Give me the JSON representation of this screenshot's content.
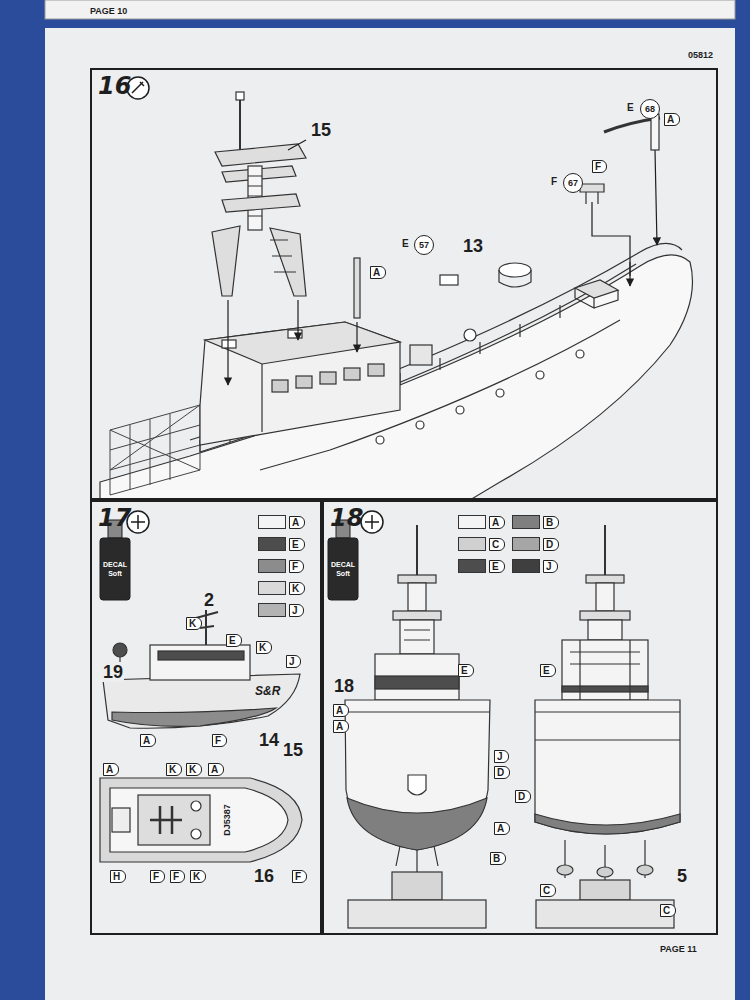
{
  "diagram": {
    "nodes": [
      {
        "text": [
          "16"
        ]
      },
      {
        "text": [
          "17"
        ]
      },
      {
        "text": [
          "18"
        ]
      }
    ],
    "labels": [
      "PAGE 10",
      "05812",
      "15",
      "E",
      "68",
      "A",
      "F",
      "F",
      "67",
      "E",
      "57",
      "A",
      "13",
      "DECAL Soft",
      "K",
      "2",
      "E",
      "K",
      "J",
      "19",
      "S&R",
      "14",
      "15",
      "A",
      "F",
      "A",
      "K",
      "K",
      "A",
      "DJ5387",
      "16",
      "H",
      "F",
      "F",
      "K",
      "F",
      "DECAL Soft",
      "18",
      "A",
      "A",
      "E",
      "J",
      "D",
      "A",
      "E",
      "D",
      "B",
      "C",
      "C",
      "5",
      "PAGE 11"
    ],
    "legend": [
      {
        "text": "A",
        "color": "#f4f4f4"
      },
      {
        "text": "E",
        "color": "#4d4d4d"
      },
      {
        "text": "F",
        "color": "#8c8c8c"
      },
      {
        "text": "K",
        "color": "#d9d9d9"
      },
      {
        "text": "J",
        "color": "#b3b3b3"
      },
      {
        "text": "A",
        "color": "#f4f4f4"
      },
      {
        "text": "B",
        "color": "#7f7f7f"
      },
      {
        "text": "C",
        "color": "#d0d0d0"
      },
      {
        "text": "D",
        "color": "#a6a6a6"
      },
      {
        "text": "E",
        "color": "#4d4d4d"
      },
      {
        "text": "J",
        "color": "#3f3f3f"
      }
    ]
  }
}
